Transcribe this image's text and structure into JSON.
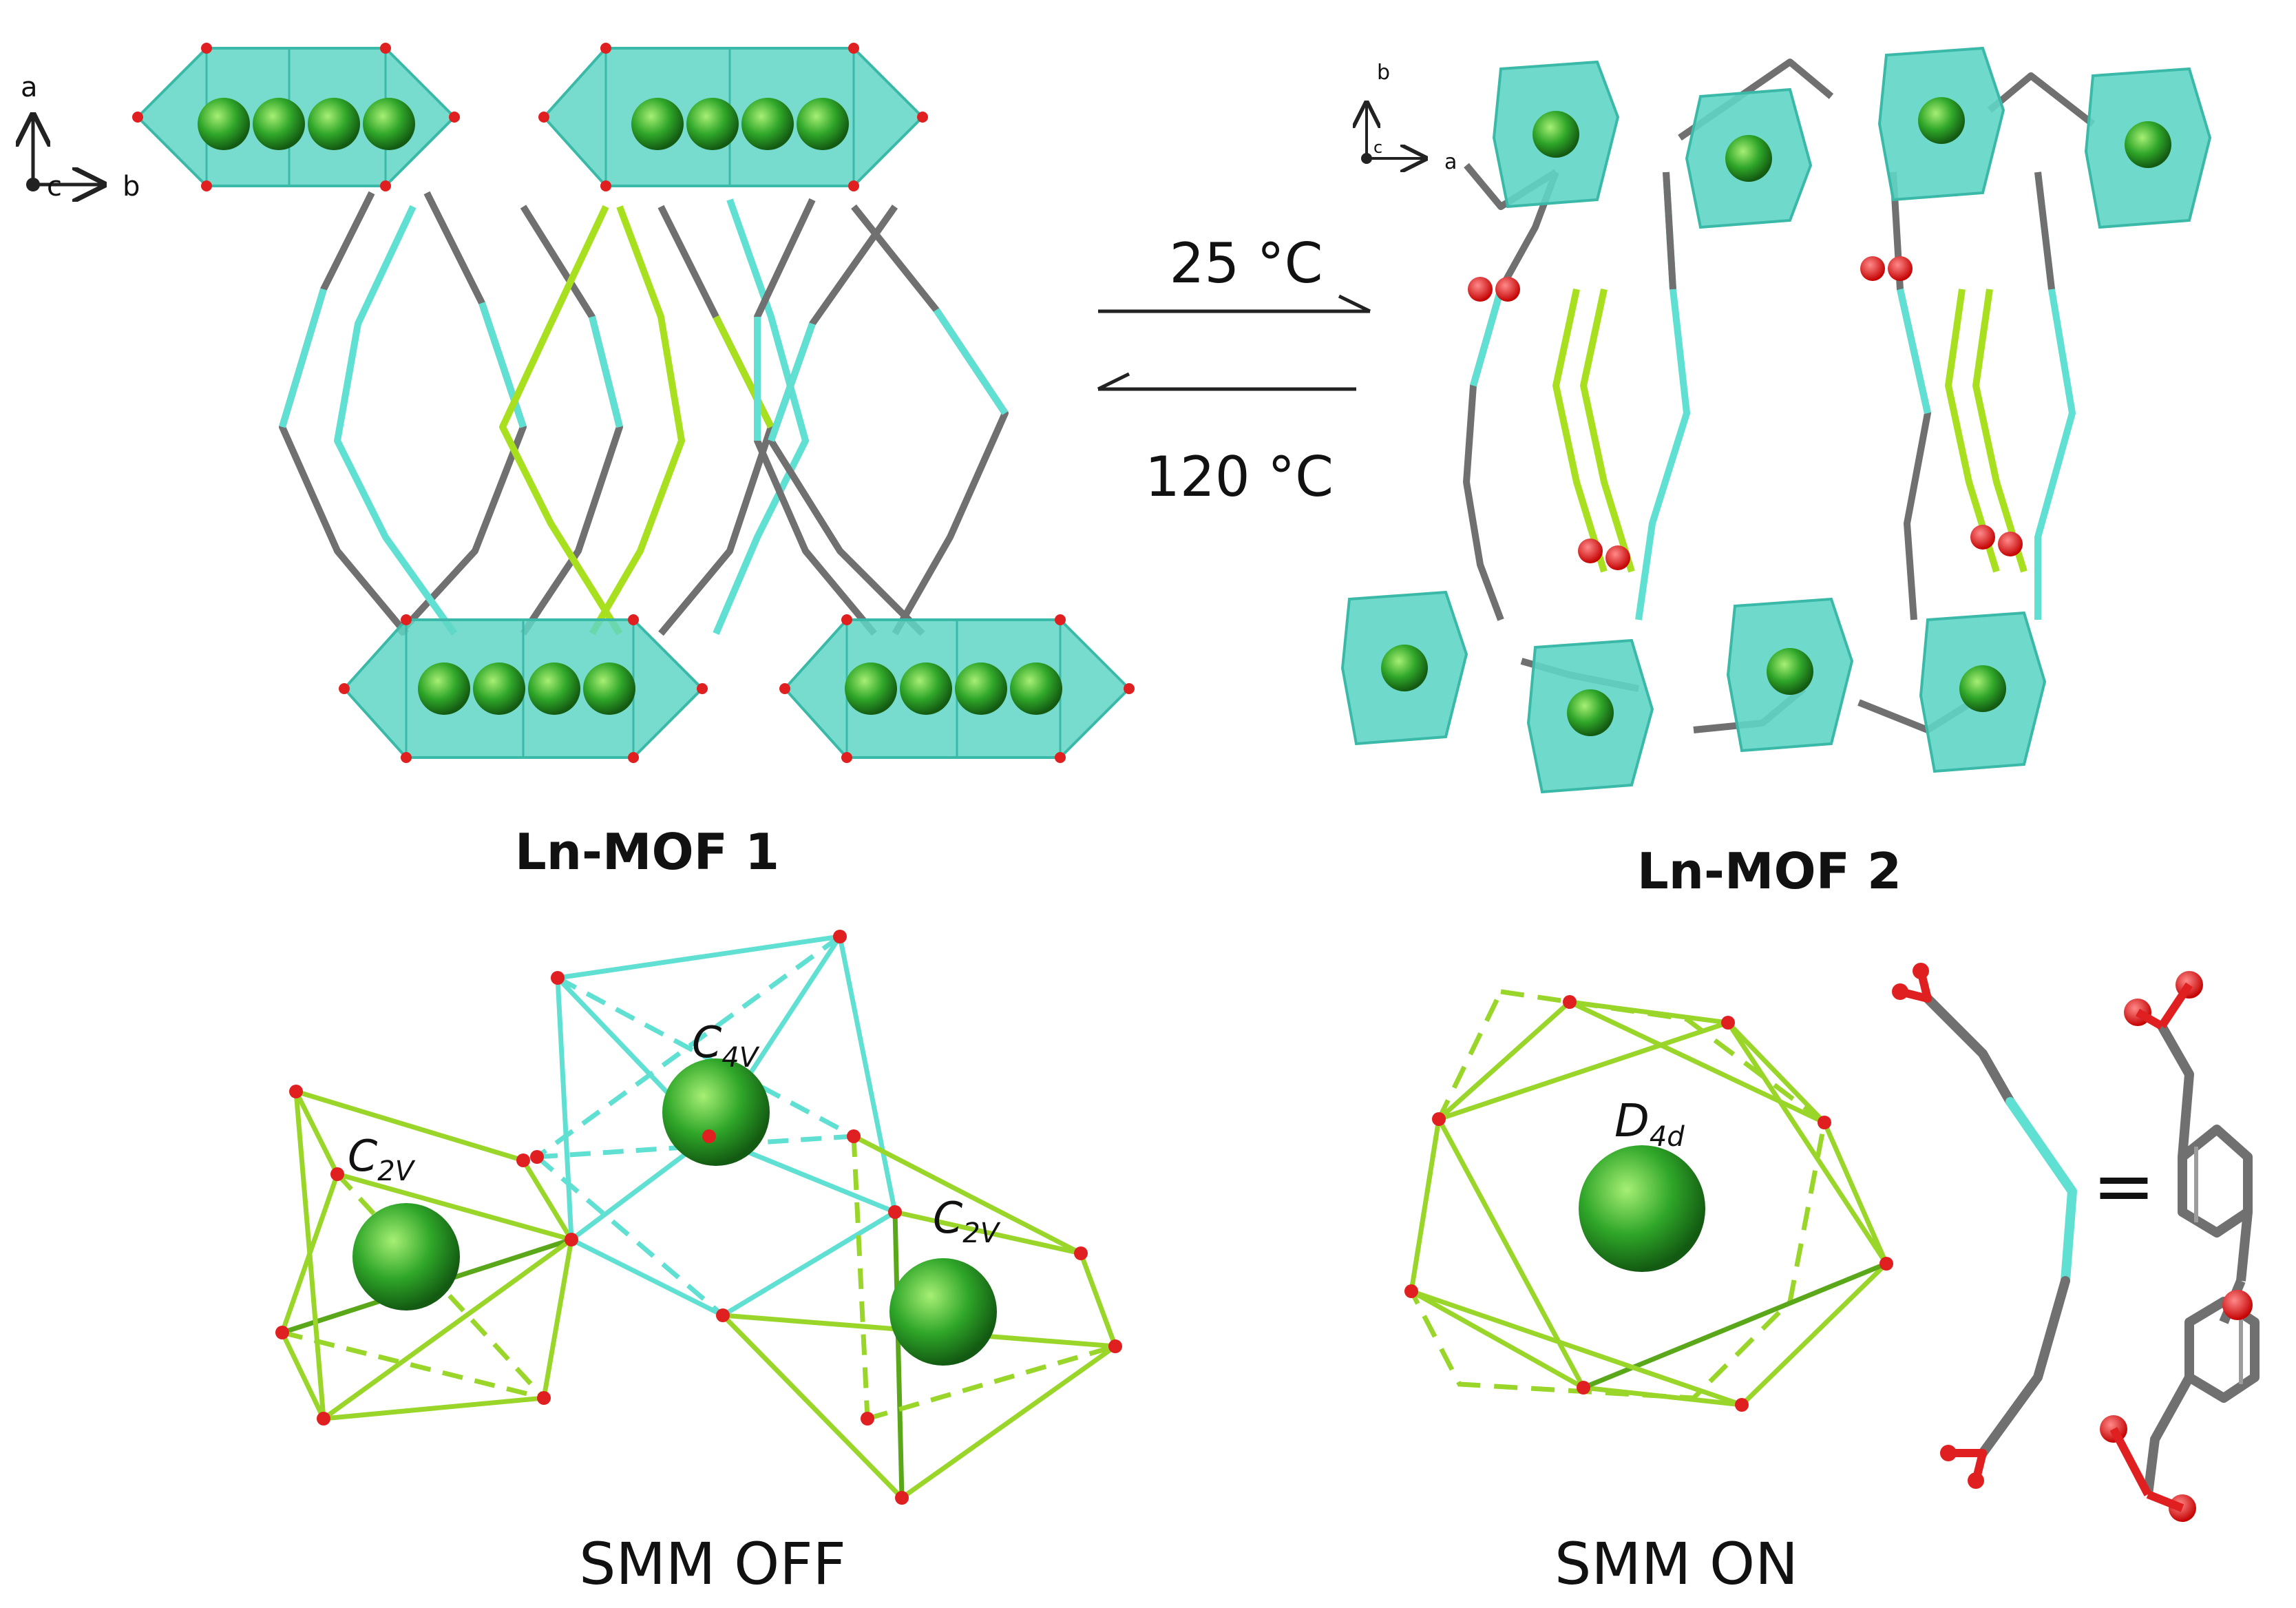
{
  "panels": {
    "mof1": {
      "label": "Ln-MOF 1",
      "axes": {
        "vertical": "a",
        "depth": "c",
        "horizontal": "b"
      }
    },
    "mof2": {
      "label": "Ln-MOF 2",
      "axes": {
        "vertical": "b",
        "depth": "c",
        "horizontal": "a"
      }
    },
    "smm_off": {
      "label": "SMM OFF",
      "sym_c2v_left": {
        "main": "C",
        "sub": "2V"
      },
      "sym_c4v": {
        "main": "C",
        "sub": "4V"
      },
      "sym_c2v_right": {
        "main": "C",
        "sub": "2V"
      }
    },
    "smm_on": {
      "label": "SMM ON",
      "sym_d4d": {
        "main": "D",
        "sub": "4d"
      },
      "equals": "="
    }
  },
  "transition": {
    "forward_label": "25 °C",
    "reverse_label": "120 °C"
  },
  "colors": {
    "polyhedron": "#5fd6c6",
    "polyhedron_edge": "#3bb9a8",
    "metal": "#2ea02a",
    "oxygen": "#e02020",
    "carbon": "#707070",
    "linker_cyan": "#5fe0d2",
    "linker_green": "#a8e020",
    "coord_green": "#9ad62a"
  }
}
